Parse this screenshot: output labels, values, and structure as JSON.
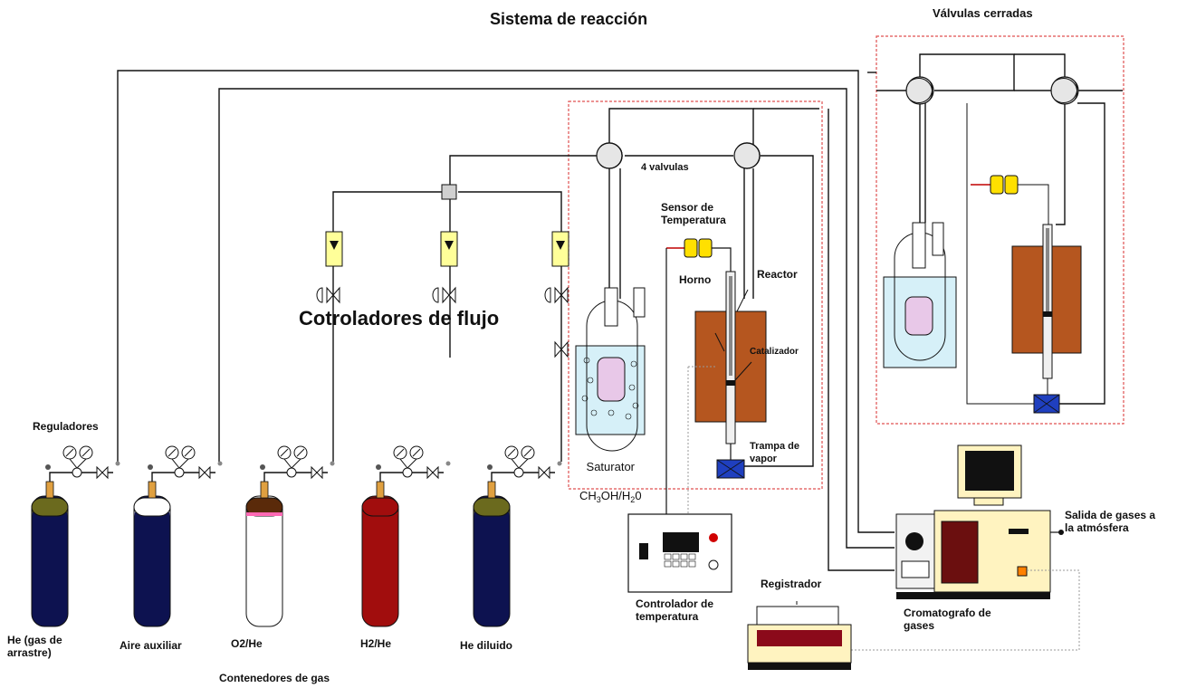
{
  "title": "Sistema de reacción",
  "closed_valves_label": "Válvulas cerradas",
  "four_valves_label": "4 valvulas",
  "flow_controllers_label": "Cotroladores de flujo",
  "regulators_label": "Reguladores",
  "gas_containers_label": "Contenedores de gas",
  "temperature_sensor_label": "Sensor de\nTemperatura",
  "oven_label": "Horno",
  "reactor_label": "Reactor",
  "catalyst_label": "Catalizador",
  "vapor_trap_label": "Trampa de\nvapor",
  "saturator": {
    "line1": "Saturator",
    "formula_parts": [
      "CH",
      "3",
      "OH/H",
      "2",
      "0"
    ]
  },
  "temperature_controller_label": "Controlador de\ntemperatura",
  "recorder_label": "Registrador",
  "chromatograph_label": "Cromatografo de\ngases",
  "exhaust_label": "Salida de gases a\nla atmósfera",
  "cylinders": [
    {
      "label": "He (gas de\narrastre)",
      "body_color": "#0d1250",
      "top_color": "#6b6a1e",
      "icon": "gas-cylinder-icon"
    },
    {
      "label": "Aire auxiliar",
      "body_color": "#0d1250",
      "top_color": "#ffffff",
      "icon": "gas-cylinder-icon"
    },
    {
      "label": "O2/He",
      "body_color": "#ffffff",
      "top_color": "#5a2a0a",
      "stripe_color": "#ff69b4",
      "icon": "gas-cylinder-icon"
    },
    {
      "label": "H2/He",
      "body_color": "#a10d0d",
      "top_color": "#a10d0d",
      "icon": "gas-cylinder-icon"
    },
    {
      "label": "He diluido",
      "body_color": "#0d1250",
      "top_color": "#6b6a1e",
      "icon": "gas-cylinder-icon"
    }
  ],
  "colors": {
    "line": "#111111",
    "red_line": "#c00000",
    "dashed_box": "#e05050",
    "flow_meter": "#ffff99",
    "oven": "#b5561f",
    "water_bath": "#d6f0f8",
    "vessel_inner": "#e8c8e8",
    "trap": "#1f3fbf",
    "chromatograph_body": "#fff3c0",
    "chromatograph_panel": "#6b0f0f",
    "recorder_panel": "#8b0a1a"
  }
}
